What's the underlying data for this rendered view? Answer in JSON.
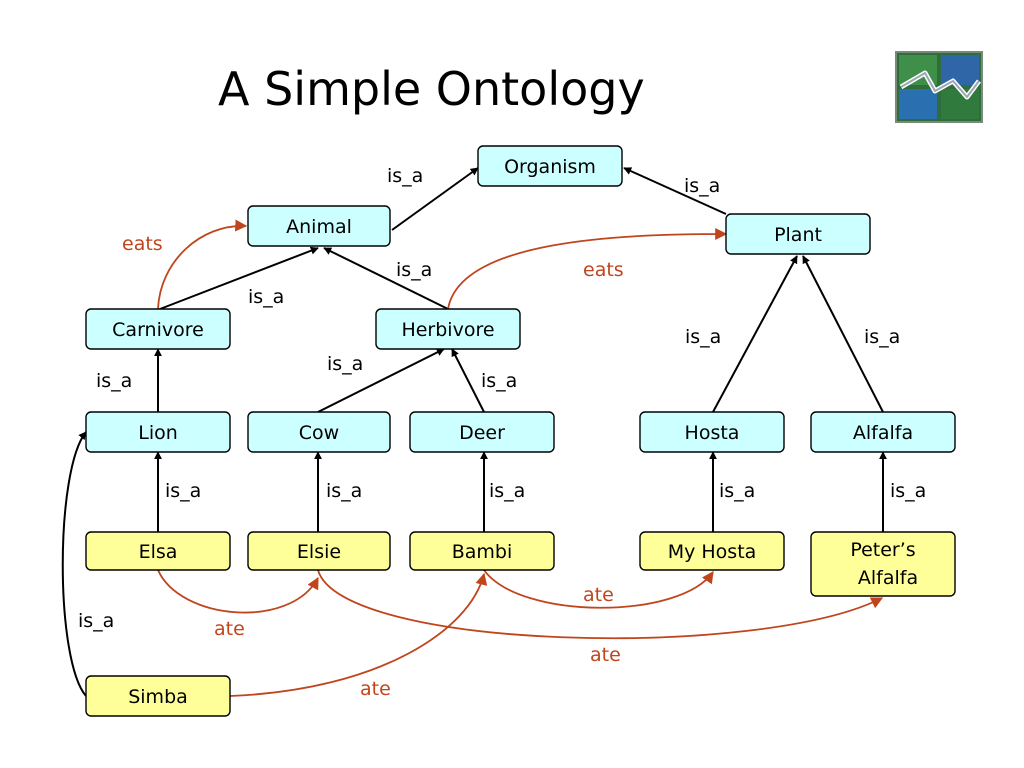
{
  "title": "A Simple Ontology",
  "colors": {
    "class_fill": "#ccffff",
    "instance_fill": "#ffff99",
    "relation_color": "#c0451c",
    "isa_color": "#000000"
  },
  "nodes": {
    "organism": "Organism",
    "animal": "Animal",
    "plant": "Plant",
    "carnivore": "Carnivore",
    "herbivore": "Herbivore",
    "lion": "Lion",
    "cow": "Cow",
    "deer": "Deer",
    "hosta": "Hosta",
    "alfalfa": "Alfalfa",
    "elsa": "Elsa",
    "elsie": "Elsie",
    "bambi": "Bambi",
    "my_hosta": "My Hosta",
    "peters_alfalfa_line1": "Peter’s",
    "peters_alfalfa_line2": "Alfalfa",
    "simba": "Simba"
  },
  "labels": {
    "isa_animal_organism": "is_a",
    "isa_plant_organism": "is_a",
    "isa_carnivore_animal": "is_a",
    "isa_herbivore_animal": "is_a",
    "isa_lion_carnivore": "is_a",
    "isa_cow_herbivore": "is_a",
    "isa_deer_herbivore": "is_a",
    "isa_hosta_plant": "is_a",
    "isa_alfalfa_plant": "is_a",
    "isa_elsa_lion": "is_a",
    "isa_elsie_cow": "is_a",
    "isa_bambi_deer": "is_a",
    "isa_myhosta_hosta": "is_a",
    "isa_peters_alfalfa": "is_a",
    "isa_simba_lion": "is_a",
    "eats_carnivore_animal": "eats",
    "eats_herbivore_plant": "eats",
    "ate_elsa_elsie": "ate",
    "ate_bambi_myhosta": "ate",
    "ate_elsie_peters": "ate",
    "ate_simba_bambi": "ate"
  }
}
